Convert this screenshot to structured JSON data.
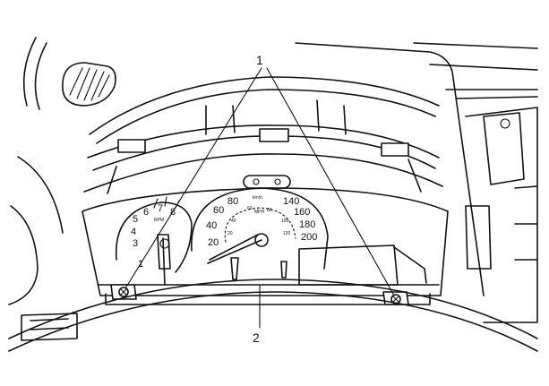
{
  "callouts": [
    {
      "id": "callout-1",
      "label": "1"
    },
    {
      "id": "callout-2",
      "label": "2"
    }
  ],
  "tachometer": {
    "numbers": [
      "1",
      "3",
      "4",
      "5",
      "6",
      "7",
      "8"
    ],
    "unit": "RPM"
  },
  "speedometer": {
    "kmh_numbers": [
      "20",
      "40",
      "60",
      "80",
      "140",
      "160",
      "180",
      "200"
    ],
    "inner_mph_numbers": [
      "20",
      "40",
      "60",
      "80",
      "100",
      "120"
    ],
    "units": [
      "km/h",
      "MPH"
    ]
  }
}
